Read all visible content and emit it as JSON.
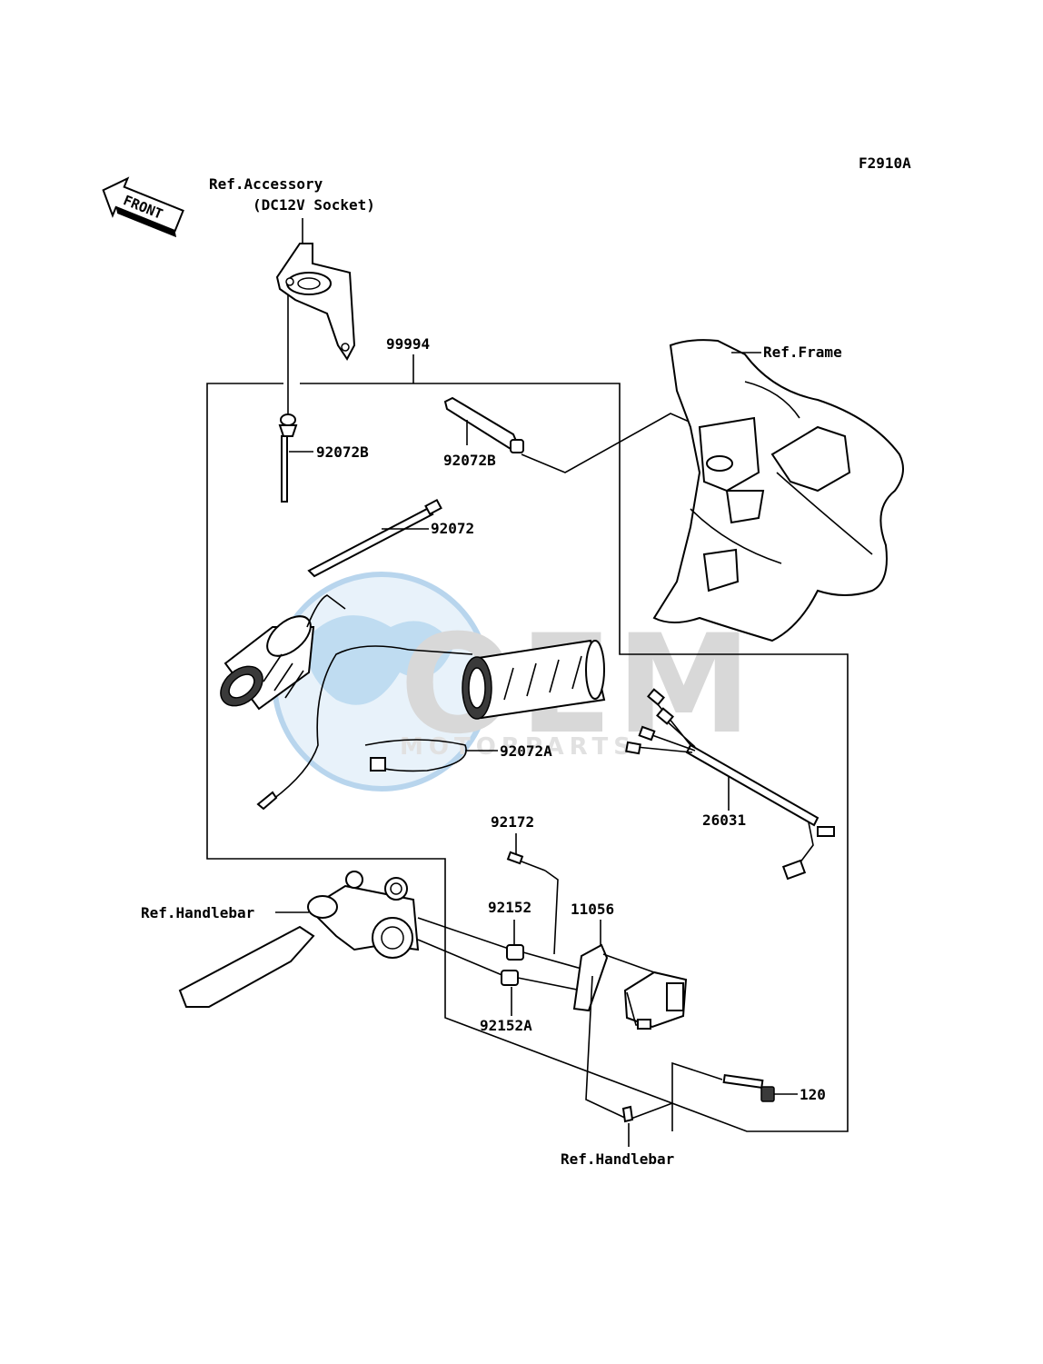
{
  "diagram": {
    "code": "F2910A",
    "front_label": "FRONT",
    "watermark": {
      "brand": "OEM",
      "sub": "MOTORPARTS",
      "color": "#5aa0d8"
    },
    "labels": {
      "ref_accessory": "Ref.Accessory",
      "ref_accessory_sub": "(DC12V Socket)",
      "kit": "99994",
      "ref_frame": "Ref.Frame",
      "clip_b_left": "92072B",
      "clip_b_right": "92072B",
      "band": "92072",
      "band_a": "92072A",
      "harness": "26031",
      "screw": "92172",
      "collar": "92152",
      "collar_a": "92152A",
      "bracket": "11056",
      "bolt": "120",
      "ref_handlebar_left": "Ref.Handlebar",
      "ref_handlebar_bottom": "Ref.Handlebar"
    }
  }
}
